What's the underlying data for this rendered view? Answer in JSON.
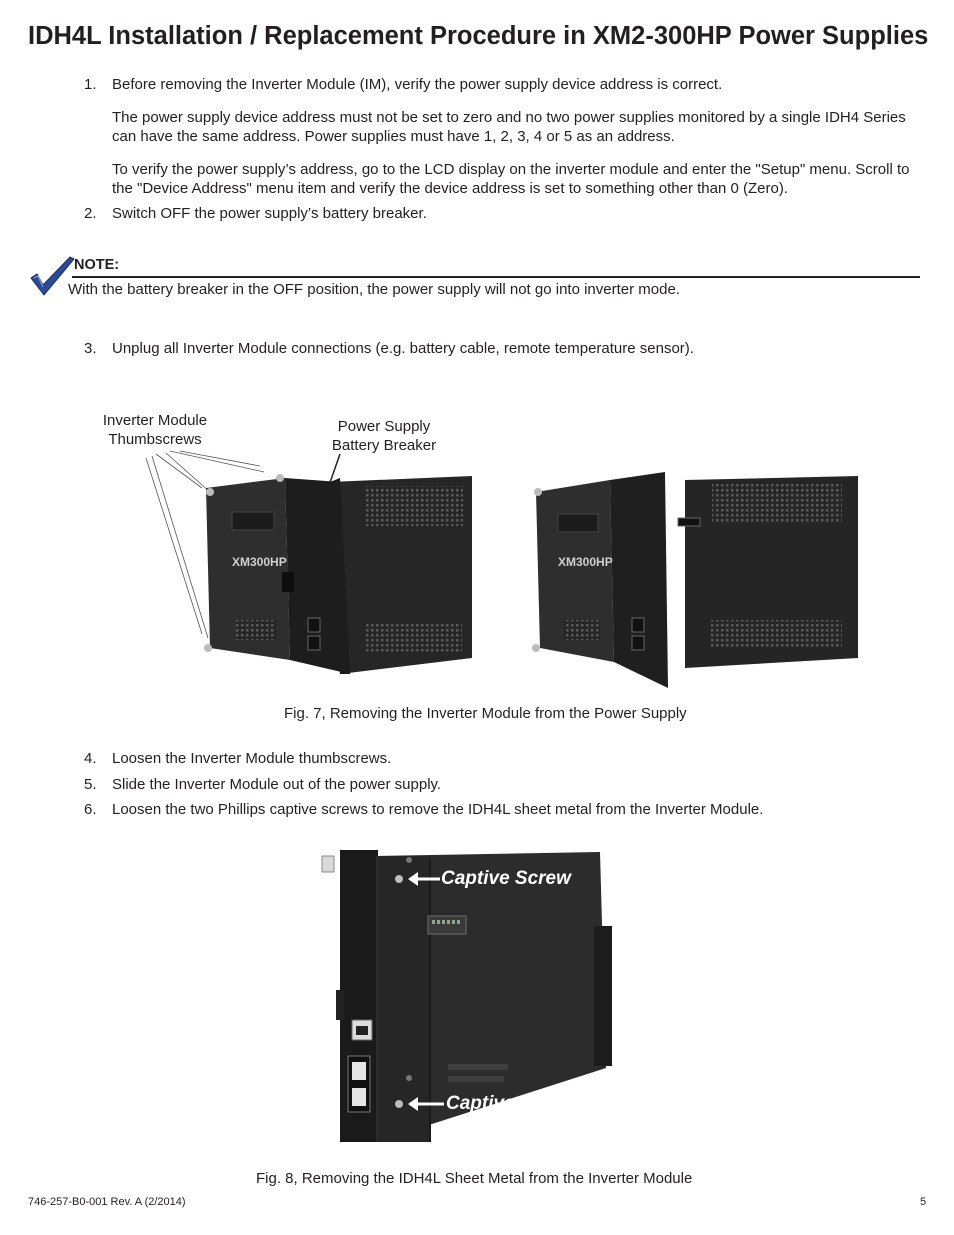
{
  "title": "IDH4L Installation / Replacement Procedure in XM2-300HP Power Supplies",
  "steps": [
    {
      "num": "1.",
      "text": "Before removing the Inverter Module (IM), verify the power supply device address is correct."
    },
    {
      "num": "2.",
      "text": "Switch OFF the power supply’s battery breaker."
    },
    {
      "num": "3.",
      "text": "Unplug all Inverter Module connections (e.g. battery cable, remote temperature sensor)."
    },
    {
      "num": "4.",
      "text": "Loosen the Inverter Module thumbscrews."
    },
    {
      "num": "5.",
      "text": "Slide the Inverter Module out of the power supply."
    },
    {
      "num": "6.",
      "text": "Loosen the two Phillips captive screws to remove the IDH4L sheet metal from the Inverter Module."
    }
  ],
  "step1_paragraphs": [
    "The power supply device address must not be set to zero and no two power supplies monitored by a single IDH4 Series can have the same address. Power supplies must have 1, 2, 3, 4 or 5 as an address.",
    "To verify the power supply’s address, go to the LCD display on the inverter module and enter the \"Setup\" menu. Scroll to the \"Device Address\" menu item and verify the device address is set to something other than 0 (Zero)."
  ],
  "note": {
    "label": "NOTE:",
    "text": "With the battery breaker in the OFF position, the power supply will not go into inverter mode."
  },
  "figure7": {
    "label_thumbscrews": "Inverter Module Thumbscrews",
    "label_breaker": "Power Supply Battery Breaker",
    "device_logo": "XM300HP",
    "caption": "Fig. 7, Removing the Inverter Module from the Power Supply"
  },
  "figure8": {
    "callout_top": "Captive Screw",
    "callout_bottom": "Captive Screw",
    "caption": "Fig. 8, Removing the IDH4L Sheet Metal from the Inverter Module"
  },
  "footer": {
    "doc_number": "746-257-B0-001 Rev. A (2/2014)",
    "page": "5"
  },
  "colors": {
    "text": "#231f20",
    "note_check": "#2b4a9a",
    "device_body": "#2a2a2a"
  }
}
